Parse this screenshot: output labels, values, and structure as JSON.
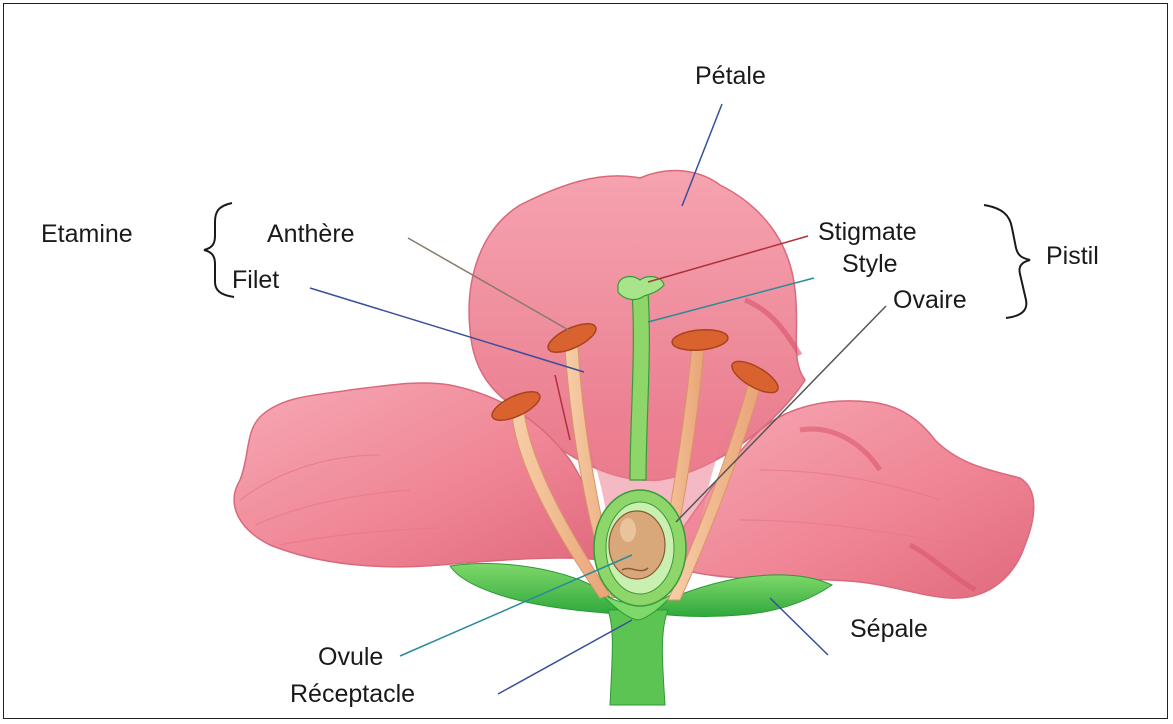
{
  "labels": {
    "petale": "Pétale",
    "etamine": "Etamine",
    "anthere": "Anthère",
    "filet": "Filet",
    "stigmate": "Stigmate",
    "style": "Style",
    "ovaire": "Ovaire",
    "pistil": "Pistil",
    "sepale": "Sépale",
    "ovule": "Ovule",
    "receptacle": "Réceptacle"
  },
  "colors": {
    "petal": "#f08a98",
    "petal_dark": "#d9546a",
    "petal_light": "#f9b8c2",
    "anther": "#d9622e",
    "filament": "#f2b98c",
    "pistil": "#8fd66a",
    "sepal": "#3fbf4a",
    "ovule": "#d8a77a",
    "leader_blue": "#3a4f9a",
    "leader_red": "#b0303a",
    "leader_green": "#2a8a9a"
  }
}
